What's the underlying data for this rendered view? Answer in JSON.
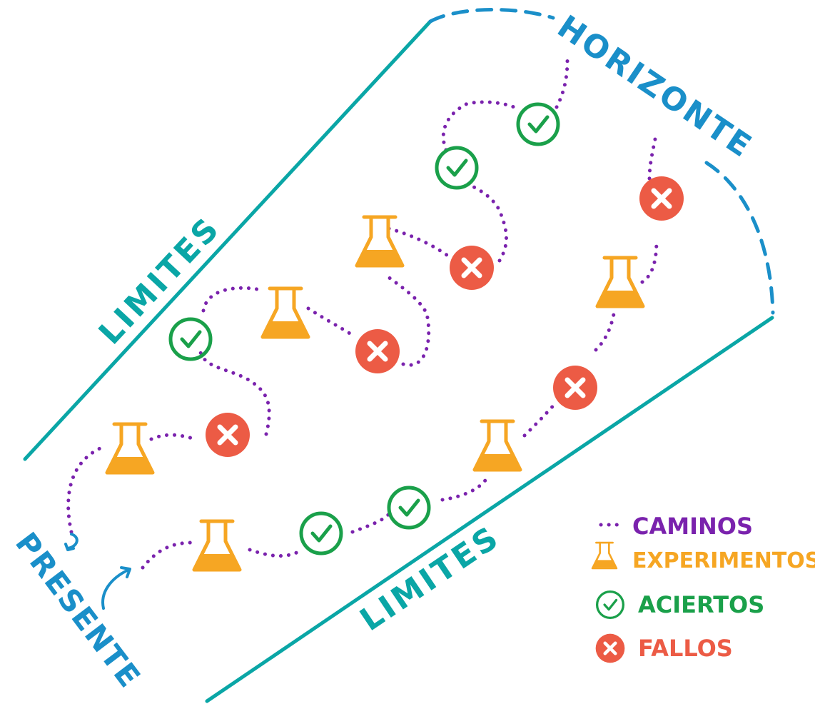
{
  "labels": {
    "limit_top": "LIMITES",
    "limit_bottom": "LIMITES",
    "horizon": "HORIZONTE",
    "present": "PRESENTE"
  },
  "legend": {
    "paths": "CAMINOS",
    "experiments": "EXPERIMENTOS",
    "successes": "ACIERTOS",
    "failures": "FALLOS"
  },
  "colors": {
    "teal": "#0aa6a6",
    "blue": "#1a8fc9",
    "purple": "#7a22ad",
    "orange": "#f6a623",
    "green": "#1aa04a",
    "red": "#ec5b45"
  },
  "icons": [
    "flask-icon",
    "check-circle-icon",
    "x-circle-icon"
  ]
}
